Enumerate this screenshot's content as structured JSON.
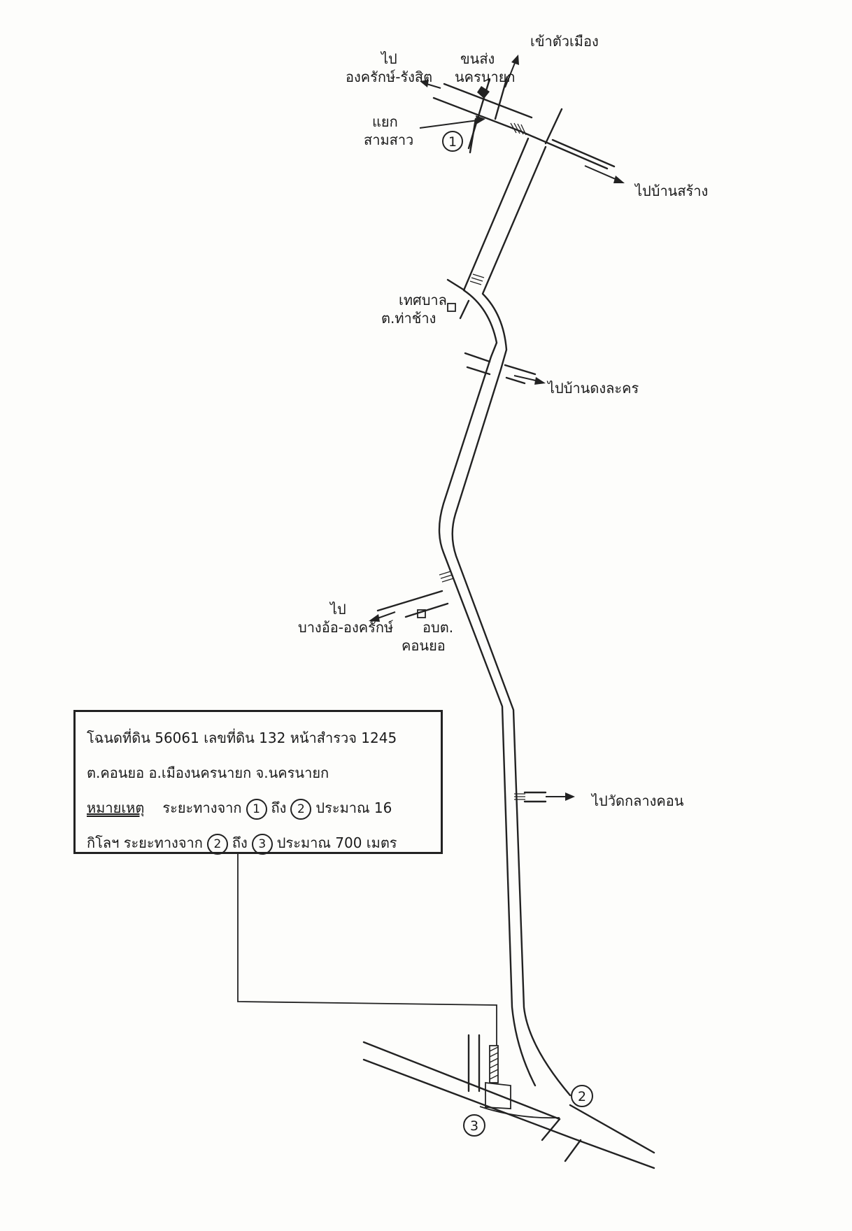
{
  "labels": {
    "city": "เข้าตัวเมือง",
    "go_ongkharak_1": "ไป",
    "go_ongkharak_2": "องครักษ์-รังสิต",
    "bus_1": "ขนส่ง",
    "bus_2": "นครนายก",
    "junction_1": "แยก",
    "junction_2": "สามสาว",
    "ban_sang": "ไปบ้านสร้าง",
    "municipality_1": "เทศบาล",
    "municipality_2": "ต.ท่าช้าง",
    "dong_lakhon": "ไปบ้านดงละคร",
    "bang_o_1": "ไป",
    "bang_o_2": "บางอ้อ-องครักษ์",
    "sao_1": "อบต.",
    "sao_2": "คอนยอ",
    "wat": "ไปวัดกลางคอน"
  },
  "markers": [
    "1",
    "2",
    "3"
  ],
  "note": {
    "line1": "โฉนดที่ดิน 56061 เลขที่ดิน 132 หน้าสำรวจ 1245",
    "line2": "ต.คอนยอ อ.เมืองนครนายก จ.นครนายก",
    "title": "หมายเหตุ",
    "l3a": "ระยะทางจาก",
    "l3b": "ถึง",
    "l3c": "ประมาณ 16",
    "l4a": "กิโลฯ ระยะทางจาก",
    "l4b": "ถึง",
    "l4c": "ประมาณ 700 เมตร"
  }
}
